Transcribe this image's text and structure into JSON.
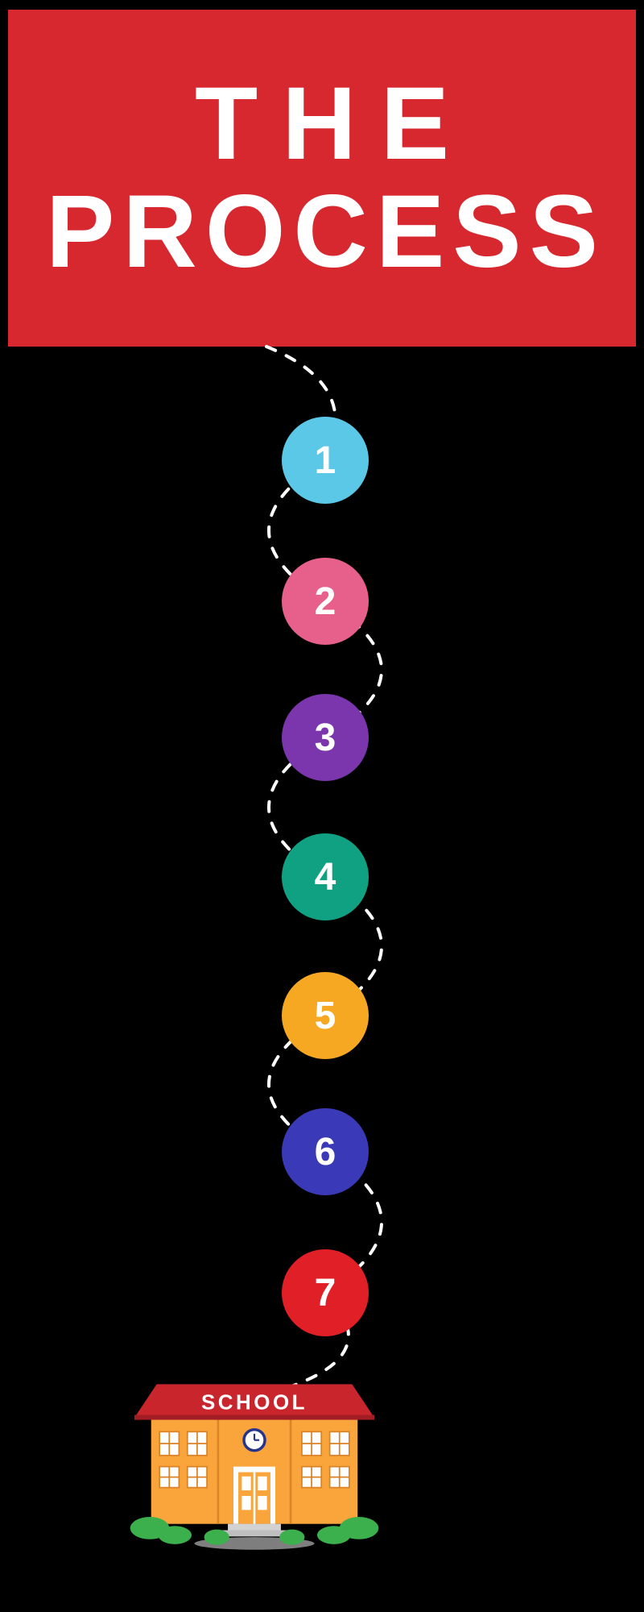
{
  "page": {
    "background": "#000000"
  },
  "banner": {
    "color": "#d7282f",
    "text_color": "#ffffff",
    "title_line1": "THE",
    "title_line2": "PROCESS"
  },
  "path": {
    "color": "#ffffff",
    "style": "dashed"
  },
  "steps": [
    {
      "number": "1",
      "color": "#5bc8e8"
    },
    {
      "number": "2",
      "color": "#e7608b"
    },
    {
      "number": "3",
      "color": "#7b36ae"
    },
    {
      "number": "4",
      "color": "#10a183"
    },
    {
      "number": "5",
      "color": "#f7a823"
    },
    {
      "number": "6",
      "color": "#3a3ab8"
    },
    {
      "number": "7",
      "color": "#e11f26"
    }
  ],
  "school": {
    "label": "SCHOOL",
    "roof_color": "#c9252d",
    "building_color": "#f9a53c",
    "bush_color": "#3bb04d",
    "clock_color": "#27348b"
  }
}
